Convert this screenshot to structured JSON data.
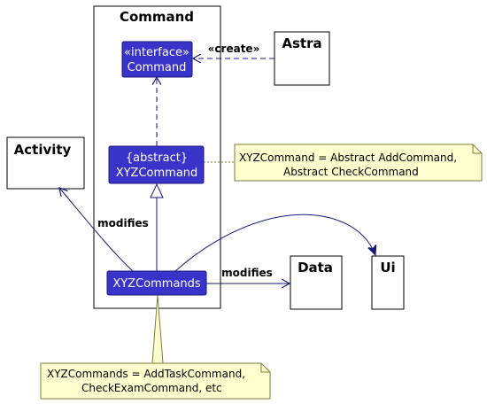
{
  "packages": {
    "command": "Command",
    "astra": "Astra",
    "activity": "Activity",
    "data": "Data",
    "ui": "Ui"
  },
  "classes": {
    "interface_command": {
      "stereotype": "«interface»",
      "name": "Command"
    },
    "abstract_xyz": {
      "stereotype": "{abstract}",
      "name": "XYZCommand"
    },
    "xyz_commands": {
      "name": "XYZCommands"
    }
  },
  "edge_labels": {
    "create": "«create»",
    "modifies_activity": "modifies",
    "modifies_data": "modifies"
  },
  "notes": {
    "xyzcommand_note": {
      "line1": "XYZCommand = Abstract AddCommand,",
      "line2": "Abstract CheckCommand"
    },
    "xyzcommands_note": {
      "line1": "XYZCommands = AddTaskCommand,",
      "line2": "CheckExamCommand, etc"
    }
  },
  "colors": {
    "class_fill": "#3a33c9",
    "edge": "#1a1a7a",
    "note_fill": "#fefece"
  }
}
